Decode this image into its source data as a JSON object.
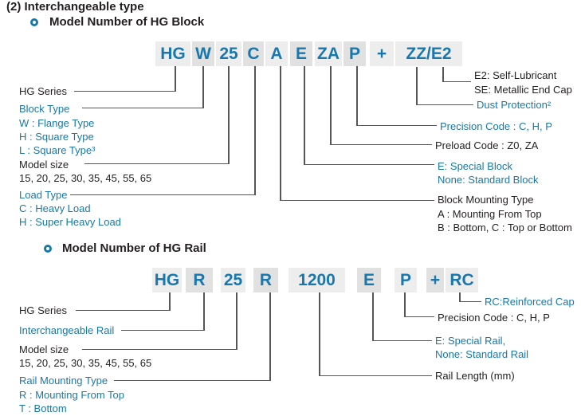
{
  "colors": {
    "accent_blue": "#1879a8",
    "code_blue": "#1878ad",
    "text_black": "#231f20",
    "box_light": "#ededed",
    "box_dark": "#e1e1e1",
    "connector_gray": "#565656"
  },
  "title": "(2) Interchangeable type",
  "hg_block": {
    "heading": "Model Number of HG Block",
    "code_segments": [
      {
        "text": "HG"
      },
      {
        "text": "W"
      },
      {
        "text": "25"
      },
      {
        "text": "C"
      },
      {
        "text": "A"
      },
      {
        "text": "E"
      },
      {
        "text": "ZA"
      },
      {
        "text": "P"
      },
      {
        "text": "+"
      },
      {
        "text": "ZZ/E2"
      }
    ],
    "hg_series": "HG Series",
    "block_type_label": "Block Type",
    "block_type_w": "W : Flange Type",
    "block_type_h": "H : Square Type",
    "block_type_l": "L : Square Type³",
    "model_size_label": "Model size",
    "model_size_values": "15, 20, 25, 30, 35, 45, 55, 65",
    "load_type_label": "Load Type",
    "load_type_c": "C : Heavy Load",
    "load_type_h": "H : Super Heavy Load",
    "mounting_label": "Block Mounting Type",
    "mounting_a": "A : Mounting From Top",
    "mounting_bc": "B : Bottom, C : Top or Bottom",
    "special_e": "E: Special Block",
    "special_none": "None: Standard Block",
    "preload": "Preload Code : Z0, ZA",
    "precision": "Precision Code : C, H, P",
    "dust": "Dust Protection²",
    "e2": "E2: Self-Lubricant",
    "se": "SE: Metallic End Cap"
  },
  "hg_rail": {
    "heading": "Model Number of HG Rail",
    "code_segments": [
      {
        "text": "HG"
      },
      {
        "text": "R"
      },
      {
        "text": "25"
      },
      {
        "text": "R"
      },
      {
        "text": "1200"
      },
      {
        "text": "E"
      },
      {
        "text": "P"
      },
      {
        "text": "+"
      },
      {
        "text": "RC"
      }
    ],
    "hg_series": "HG Series",
    "interchangeable": "Interchangeable Rail",
    "model_size_label": "Model size",
    "model_size_values": "15, 20, 25, 30, 35, 45, 55, 65",
    "rail_mounting_label": "Rail Mounting Type",
    "rail_mounting_r": "R : Mounting From Top",
    "rail_mounting_t": "T : Bottom",
    "rail_length": "Rail Length (mm)",
    "special_e": "E: Special Rail,",
    "special_none": "None: Standard Rail",
    "precision": "Precision Code : C, H, P",
    "rc": "RC:Reinforced Cap"
  }
}
